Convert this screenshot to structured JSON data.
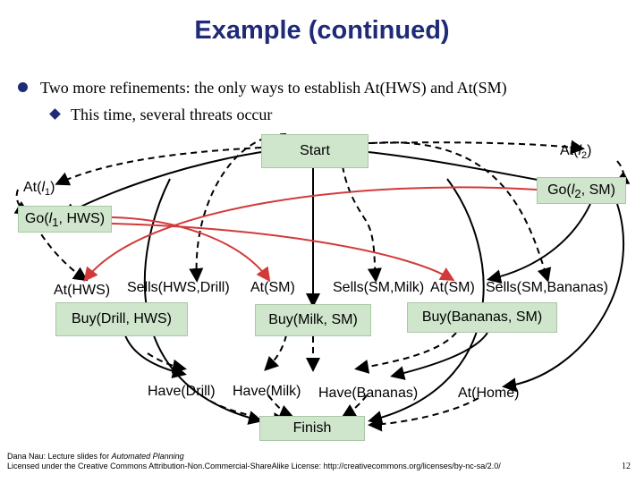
{
  "slide": {
    "title": "Example (continued)",
    "bullet1": "Two more refinements: the only ways to establish At(HWS) and At(SM)",
    "bullet2": "This time, several threats occur",
    "footer_line1_prefix": "Dana Nau: Lecture slides for ",
    "footer_line1_italic": "Automated Planning",
    "footer_line2": "Licensed under the Creative Commons Attribution-Non.Commercial-ShareAlike License: http://creativecommons.org/licenses/by-nc-sa/2.0/",
    "page_number": "12"
  },
  "nodes": {
    "start": "Start",
    "at_l2_prefix": "At(",
    "at_l2_var": "l",
    "at_l2_sub": "2",
    "at_l2_suffix": ")",
    "go_l2_prefix": "Go(",
    "go_l2_var": "l",
    "go_l2_sub": "2",
    "go_l2_suffix": ", SM)",
    "at_l1_prefix": "At(",
    "at_l1_var": "l",
    "at_l1_sub": "1",
    "at_l1_suffix": ")",
    "go_l1_prefix": "Go(",
    "go_l1_var": "l",
    "go_l1_sub": "1",
    "go_l1_suffix": ", HWS)",
    "at_hws": "At(HWS)",
    "sells_hws_drill": "Sells(HWS,Drill)",
    "at_sm_1": "At(SM)",
    "sells_sm_milk": "Sells(SM,Milk)",
    "at_sm_2": "At(SM)",
    "sells_sm_bananas": "Sells(SM,Bananas)",
    "buy_drill": "Buy(Drill, HWS)",
    "buy_milk": "Buy(Milk, SM)",
    "buy_bananas": "Buy(Bananas, SM)",
    "have_drill": "Have(Drill)",
    "have_milk": "Have(Milk)",
    "have_bananas": "Have(Bananas)",
    "at_home": "At(Home)",
    "finish": "Finish"
  },
  "colors": {
    "title": "#1f2a78",
    "box_fill": "#cfe6cc",
    "threat_edge": "#d23a3a",
    "edge": "#000000"
  }
}
